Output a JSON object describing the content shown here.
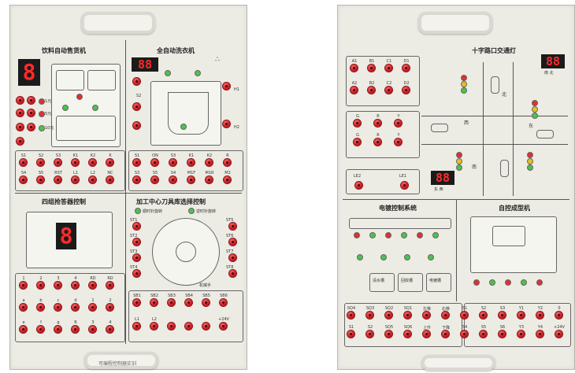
{
  "left_panel": {
    "titles": {
      "vending": "饮料自动售货机",
      "washer": "全自动洗衣机",
      "quiz": "四组抢答器控制",
      "machining": "加工中心刀具库选择控制",
      "bottom_strip": "可编程控制器实训"
    },
    "vending_side_labels": [
      "1元",
      "5元",
      "10元"
    ],
    "vending_terminals_row1": [
      "S1",
      "S2",
      "S3",
      "K1",
      "K2",
      "K"
    ],
    "vending_terminals_row2": [
      "S4",
      "S5",
      "RST",
      "L1",
      "L2",
      "NC"
    ],
    "washer_terminals_row1": [
      "S1",
      "ON",
      "S3",
      "K1",
      "K2",
      "R"
    ],
    "washer_terminals_row2": [
      "S3",
      "S5",
      "S4",
      "M1F",
      "M1R",
      "M2"
    ],
    "quiz_terminals_row1": [
      "1",
      "2",
      "3",
      "4",
      "RD",
      "RD"
    ],
    "quiz_terminals_row2": [
      "a",
      "b",
      "c",
      "d",
      "1",
      "2"
    ],
    "quiz_terminals_row3": [
      "e",
      "f",
      "g",
      "R",
      "3",
      "4"
    ],
    "machining_terminals_row1": [
      "SB1",
      "SB2",
      "SB3",
      "SB4",
      "SB5",
      "SB6"
    ],
    "machining_terminals_row2": [
      "L1",
      "L2",
      "",
      "",
      "",
      "+24V"
    ],
    "machining_side_left": [
      "ST1",
      "ST2",
      "ST3",
      "ST4"
    ],
    "machining_side_right": [
      "ST5",
      "ST6",
      "ST7",
      "ST8"
    ],
    "machining_top_labels": [
      "顺时针旋转",
      "逆时针旋转"
    ],
    "machining_motor_label": "机械手",
    "washer_side_labels": [
      "S2",
      "H1",
      "H2"
    ],
    "washer_digits": "88",
    "vending_digit": "8",
    "quiz_digit": "8"
  },
  "right_panel": {
    "titles": {
      "traffic": "十字路口交通灯",
      "elevator": "电镀控制系统",
      "forming": "自控成型机"
    },
    "traffic_terminals_row1": [
      "A1",
      "B1",
      "C1",
      "D1"
    ],
    "traffic_terminals_row2": [
      "A2",
      "B2",
      "C2",
      "D2"
    ],
    "traffic_group_labels": [
      "G",
      "R",
      "Y"
    ],
    "traffic_road_labels": [
      "东",
      "西",
      "南",
      "北"
    ],
    "traffic_extra": [
      "LE2",
      "LE1"
    ],
    "traffic_digits": "88",
    "traffic_digit_label": "东 西",
    "traffic_digits_2": "88",
    "traffic_digit_label_2": "南 北",
    "elevator_tank_labels": [
      "清水槽",
      "回收槽",
      "电镀槽"
    ],
    "bottom_terminals_row1": [
      "SQ4",
      "SQ3",
      "SQ2",
      "SQ1",
      "左移",
      "右移",
      "S1",
      "S2",
      "S3",
      "Y1",
      "Y2",
      "0"
    ],
    "bottom_terminals_row2": [
      "S1",
      "S2",
      "SQ5",
      "SQ6",
      "上升",
      "下降",
      "S4",
      "S5",
      "S6",
      "Y3",
      "Y4",
      "+24V"
    ]
  },
  "colors": {
    "panel": "#ecebe4",
    "socket": "#c4161c",
    "segment_bg": "#1b1b1b",
    "segment_fg": "#ff2a2a",
    "led_green": "#4cc24c",
    "led_red": "#e03030",
    "led_yellow": "#e8c020"
  }
}
